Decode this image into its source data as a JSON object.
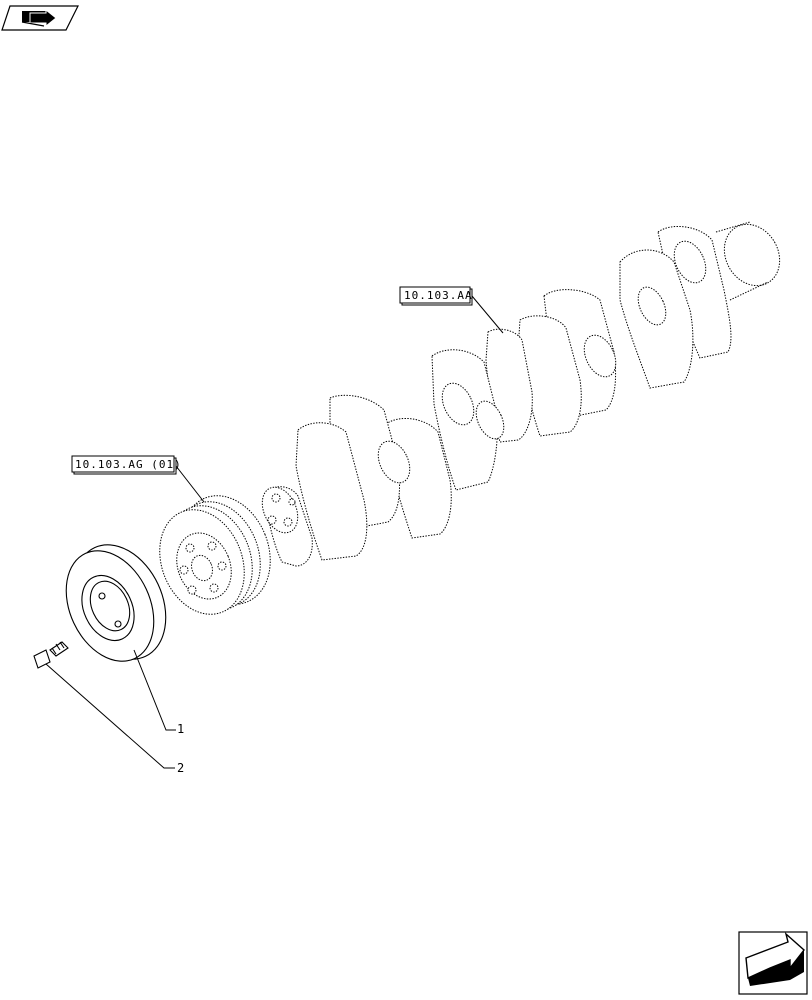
{
  "refs": {
    "crankshaft_ref": "10.103.AA",
    "pulley_ref": "10.103.AG (01)"
  },
  "callouts": {
    "item_1": "1",
    "item_2": "2"
  },
  "icons": {
    "top_left": "book-with-arrow-icon",
    "bottom_right": "next-page-arrow-icon"
  }
}
